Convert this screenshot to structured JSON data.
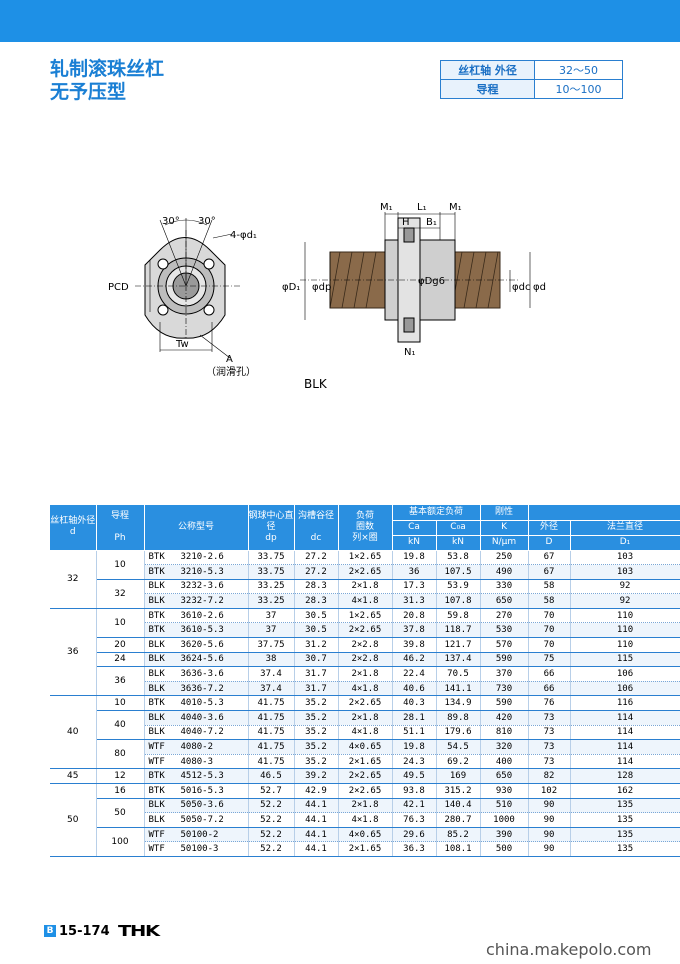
{
  "header": {
    "title_line1": "轧制滚珠丝杠",
    "title_line2": "无予压型"
  },
  "spec_box": [
    {
      "label": "丝杠轴 外径",
      "value": "32～50"
    },
    {
      "label": "导程",
      "value": "10～100"
    }
  ],
  "drawing": {
    "labels": [
      "30°",
      "30°",
      "4-φd₁",
      "PCD",
      "Tw",
      "A",
      "（润滑孔）",
      "M₁",
      "L₁",
      "M₁",
      "H",
      "B₁",
      "φD₁",
      "φdp",
      "φDg6",
      "φdc",
      "φd",
      "N₁"
    ],
    "caption": "BLK"
  },
  "table": {
    "headers": {
      "shaft_od": "丝杠轴外径",
      "shaft_od_sym": "d",
      "lead": "导程",
      "lead_sym": "Ph",
      "model": "公称型号",
      "ball_pcd": "钢球中心直径",
      "ball_pcd_sym": "dp",
      "root": "沟槽谷径",
      "root_sym": "dc",
      "load": "负荷",
      "circuits": "圈数",
      "circuits_sub": "列×圈",
      "rated": "基本额定负荷",
      "ca": "Ca",
      "ca_unit": "kN",
      "c0a": "C₀a",
      "c0a_unit": "kN",
      "rigidity": "刚性",
      "k": "K",
      "k_unit": "N/μm",
      "outer": "外径",
      "outer_sym": "D",
      "flange": "法兰直径",
      "flange_sym": "D₁"
    },
    "groups": [
      {
        "d": "32",
        "leads": [
          {
            "ph": "10",
            "rows": [
              [
                "BTK",
                "3210-2.6",
                "33.75",
                "27.2",
                "1×2.65",
                "19.8",
                "53.8",
                "250",
                "67",
                "103"
              ],
              [
                "BTK",
                "3210-5.3",
                "33.75",
                "27.2",
                "2×2.65",
                "36",
                "107.5",
                "490",
                "67",
                "103"
              ]
            ]
          },
          {
            "ph": "32",
            "rows": [
              [
                "BLK",
                "3232-3.6",
                "33.25",
                "28.3",
                "2×1.8",
                "17.3",
                "53.9",
                "330",
                "58",
                "92"
              ],
              [
                "BLK",
                "3232-7.2",
                "33.25",
                "28.3",
                "4×1.8",
                "31.3",
                "107.8",
                "650",
                "58",
                "92"
              ]
            ]
          }
        ]
      },
      {
        "d": "36",
        "leads": [
          {
            "ph": "10",
            "rows": [
              [
                "BTK",
                "3610-2.6",
                "37",
                "30.5",
                "1×2.65",
                "20.8",
                "59.8",
                "270",
                "70",
                "110"
              ],
              [
                "BTK",
                "3610-5.3",
                "37",
                "30.5",
                "2×2.65",
                "37.8",
                "118.7",
                "530",
                "70",
                "110"
              ]
            ]
          },
          {
            "ph": "20",
            "rows": [
              [
                "BLK",
                "3620-5.6",
                "37.75",
                "31.2",
                "2×2.8",
                "39.8",
                "121.7",
                "570",
                "70",
                "110"
              ]
            ]
          },
          {
            "ph": "24",
            "rows": [
              [
                "BLK",
                "3624-5.6",
                "38",
                "30.7",
                "2×2.8",
                "46.2",
                "137.4",
                "590",
                "75",
                "115"
              ]
            ]
          },
          {
            "ph": "36",
            "rows": [
              [
                "BLK",
                "3636-3.6",
                "37.4",
                "31.7",
                "2×1.8",
                "22.4",
                "70.5",
                "370",
                "66",
                "106"
              ],
              [
                "BLK",
                "3636-7.2",
                "37.4",
                "31.7",
                "4×1.8",
                "40.6",
                "141.1",
                "730",
                "66",
                "106"
              ]
            ]
          }
        ]
      },
      {
        "d": "40",
        "leads": [
          {
            "ph": "10",
            "rows": [
              [
                "BTK",
                "4010-5.3",
                "41.75",
                "35.2",
                "2×2.65",
                "40.3",
                "134.9",
                "590",
                "76",
                "116"
              ]
            ]
          },
          {
            "ph": "40",
            "rows": [
              [
                "BLK",
                "4040-3.6",
                "41.75",
                "35.2",
                "2×1.8",
                "28.1",
                "89.8",
                "420",
                "73",
                "114"
              ],
              [
                "BLK",
                "4040-7.2",
                "41.75",
                "35.2",
                "4×1.8",
                "51.1",
                "179.6",
                "810",
                "73",
                "114"
              ]
            ]
          },
          {
            "ph": "80",
            "rows": [
              [
                "WTF",
                "4080-2",
                "41.75",
                "35.2",
                "4×0.65",
                "19.8",
                "54.5",
                "320",
                "73",
                "114"
              ],
              [
                "WTF",
                "4080-3",
                "41.75",
                "35.2",
                "2×1.65",
                "24.3",
                "69.2",
                "400",
                "73",
                "114"
              ]
            ]
          }
        ]
      },
      {
        "d": "45",
        "leads": [
          {
            "ph": "12",
            "rows": [
              [
                "BTK",
                "4512-5.3",
                "46.5",
                "39.2",
                "2×2.65",
                "49.5",
                "169",
                "650",
                "82",
                "128"
              ]
            ]
          }
        ]
      },
      {
        "d": "50",
        "leads": [
          {
            "ph": "16",
            "rows": [
              [
                "BTK",
                "5016-5.3",
                "52.7",
                "42.9",
                "2×2.65",
                "93.8",
                "315.2",
                "930",
                "102",
                "162"
              ]
            ]
          },
          {
            "ph": "50",
            "rows": [
              [
                "BLK",
                "5050-3.6",
                "52.2",
                "44.1",
                "2×1.8",
                "42.1",
                "140.4",
                "510",
                "90",
                "135"
              ],
              [
                "BLK",
                "5050-7.2",
                "52.2",
                "44.1",
                "4×1.8",
                "76.3",
                "280.7",
                "1000",
                "90",
                "135"
              ]
            ]
          },
          {
            "ph": "100",
            "rows": [
              [
                "WTF",
                "50100-2",
                "52.2",
                "44.1",
                "4×0.65",
                "29.6",
                "85.2",
                "390",
                "90",
                "135"
              ],
              [
                "WTF",
                "50100-3",
                "52.2",
                "44.1",
                "2×1.65",
                "36.3",
                "108.1",
                "500",
                "90",
                "135"
              ]
            ]
          }
        ]
      }
    ]
  },
  "footer": {
    "badge": "B",
    "page": "15-174",
    "brand": "THK"
  },
  "watermark": "china.makepolo.com",
  "colors": {
    "accent": "#1e90e6",
    "title": "#1a7fd4"
  }
}
